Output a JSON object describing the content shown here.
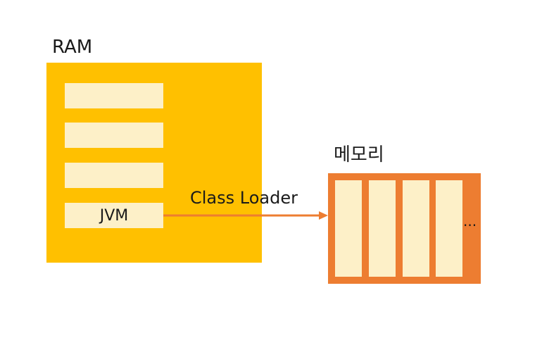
{
  "ram": {
    "label": "RAM",
    "jvm_label": "JVM",
    "color": "#ffc000"
  },
  "connector": {
    "label": "Class Loader",
    "color": "#ed7d31"
  },
  "memory": {
    "label": "메모리",
    "continuation": "...",
    "color": "#ed7d31",
    "cell_color": "#fdf0c8"
  }
}
